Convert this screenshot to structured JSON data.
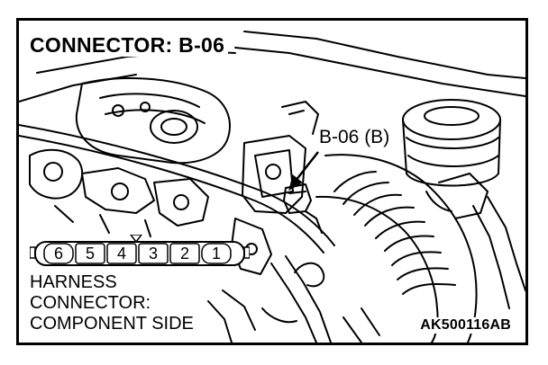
{
  "title": "CONNECTOR: B-06",
  "callout_label": "B-06 (B)",
  "connector": {
    "pins": [
      "6",
      "5",
      "4",
      "3",
      "2",
      "1"
    ]
  },
  "harness_label": {
    "line1": "HARNESS",
    "line2": "CONNECTOR:",
    "line3": "COMPONENT SIDE"
  },
  "figure_code": "AK500116AB"
}
